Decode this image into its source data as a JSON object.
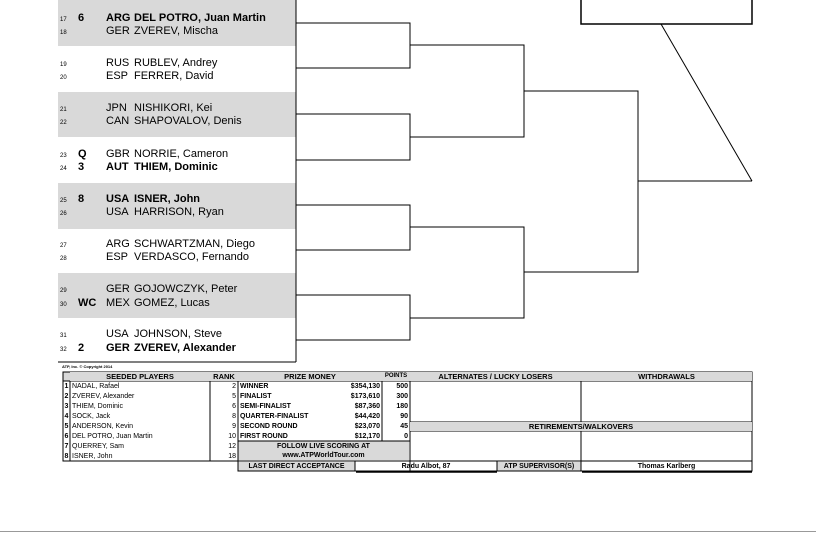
{
  "draw": [
    {
      "line": "17",
      "seed": "6",
      "country": "ARG",
      "name": "DEL POTRO, Juan Martin",
      "bold": true
    },
    {
      "line": "18",
      "seed": "",
      "country": "GER",
      "name": "ZVEREV, Mischa",
      "bold": false
    },
    {
      "line": "19",
      "seed": "",
      "country": "RUS",
      "name": "RUBLEV, Andrey",
      "bold": false
    },
    {
      "line": "20",
      "seed": "",
      "country": "ESP",
      "name": "FERRER, David",
      "bold": false
    },
    {
      "line": "21",
      "seed": "",
      "country": "JPN",
      "name": "NISHIKORI, Kei",
      "bold": false
    },
    {
      "line": "22",
      "seed": "",
      "country": "CAN",
      "name": "SHAPOVALOV, Denis",
      "bold": false
    },
    {
      "line": "23",
      "seed": "Q",
      "country": "GBR",
      "name": "NORRIE, Cameron",
      "bold": false
    },
    {
      "line": "24",
      "seed": "3",
      "country": "AUT",
      "name": "THIEM, Dominic",
      "bold": true
    },
    {
      "line": "25",
      "seed": "8",
      "country": "USA",
      "name": "ISNER, John",
      "bold": true
    },
    {
      "line": "26",
      "seed": "",
      "country": "USA",
      "name": "HARRISON, Ryan",
      "bold": false
    },
    {
      "line": "27",
      "seed": "",
      "country": "ARG",
      "name": "SCHWARTZMAN, Diego",
      "bold": false
    },
    {
      "line": "28",
      "seed": "",
      "country": "ESP",
      "name": "VERDASCO, Fernando",
      "bold": false
    },
    {
      "line": "29",
      "seed": "",
      "country": "GER",
      "name": "GOJOWCZYK, Peter",
      "bold": false
    },
    {
      "line": "30",
      "seed": "WC",
      "country": "MEX",
      "name": "GOMEZ, Lucas",
      "bold": false
    },
    {
      "line": "31",
      "seed": "",
      "country": "USA",
      "name": "JOHNSON, Steve",
      "bold": false
    },
    {
      "line": "32",
      "seed": "2",
      "country": "GER",
      "name": "ZVEREV, Alexander",
      "bold": true
    }
  ],
  "copyright": "ATP, Inc. © Copyright 2014",
  "seeded": {
    "header": "SEEDED PLAYERS",
    "rank_header": "RANK",
    "players": [
      {
        "n": "1",
        "name": "NADAL, Rafael",
        "rank": "2"
      },
      {
        "n": "2",
        "name": "ZVEREV, Alexander",
        "rank": "5"
      },
      {
        "n": "3",
        "name": "THIEM, Dominic",
        "rank": "6"
      },
      {
        "n": "4",
        "name": "SOCK, Jack",
        "rank": "8"
      },
      {
        "n": "5",
        "name": "ANDERSON, Kevin",
        "rank": "9"
      },
      {
        "n": "6",
        "name": "DEL POTRO, Juan Martin",
        "rank": "10"
      },
      {
        "n": "7",
        "name": "QUERREY, Sam",
        "rank": "12"
      },
      {
        "n": "8",
        "name": "ISNER, John",
        "rank": "18"
      }
    ]
  },
  "prize": {
    "header": "PRIZE MONEY",
    "points_header": "POINTS",
    "rows": [
      {
        "round": "WINNER",
        "money": "$354,130",
        "points": "500"
      },
      {
        "round": "FINALIST",
        "money": "$173,610",
        "points": "300"
      },
      {
        "round": "SEMI-FINALIST",
        "money": "$87,360",
        "points": "180"
      },
      {
        "round": "QUARTER-FINALIST",
        "money": "$44,420",
        "points": "90"
      },
      {
        "round": "SECOND ROUND",
        "money": "$23,070",
        "points": "45"
      },
      {
        "round": "FIRST ROUND",
        "money": "$12,170",
        "points": "0"
      }
    ],
    "follow1": "FOLLOW LIVE SCORING AT",
    "follow2": "www.ATPWorldTour.com"
  },
  "alternates_header": "ALTERNATES / LUCKY LOSERS",
  "withdrawals_header": "WITHDRAWALS",
  "retirements_header": "RETIREMENTS/WALKOVERS",
  "last_direct_label": "LAST DIRECT ACCEPTANCE",
  "last_direct_value": "Radu Albot, 87",
  "supervisor_label": "ATP SUPERVISOR(S)",
  "supervisor_value": "Thomas Karlberg"
}
